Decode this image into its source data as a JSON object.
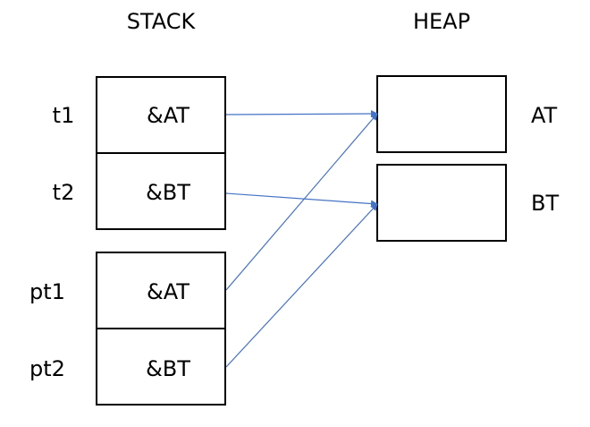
{
  "headings": {
    "stack": "STACK",
    "heap": "HEAP"
  },
  "stack_cells": [
    {
      "var_name": "t1",
      "value": "&AT"
    },
    {
      "var_name": "t2",
      "value": "&BT"
    },
    {
      "var_name": "pt1",
      "value": "&AT"
    },
    {
      "var_name": "pt2",
      "value": "&BT"
    }
  ],
  "heap_cells": [
    {
      "name": "AT"
    },
    {
      "name": "BT"
    }
  ],
  "arrows": [
    {
      "from": "t1",
      "to": "AT"
    },
    {
      "from": "t2",
      "to": "BT"
    },
    {
      "from": "pt1",
      "to": "AT"
    },
    {
      "from": "pt2",
      "to": "BT"
    }
  ],
  "colors": {
    "arrow": "#4472C4",
    "box_stroke": "#000000",
    "text": "#000000"
  }
}
